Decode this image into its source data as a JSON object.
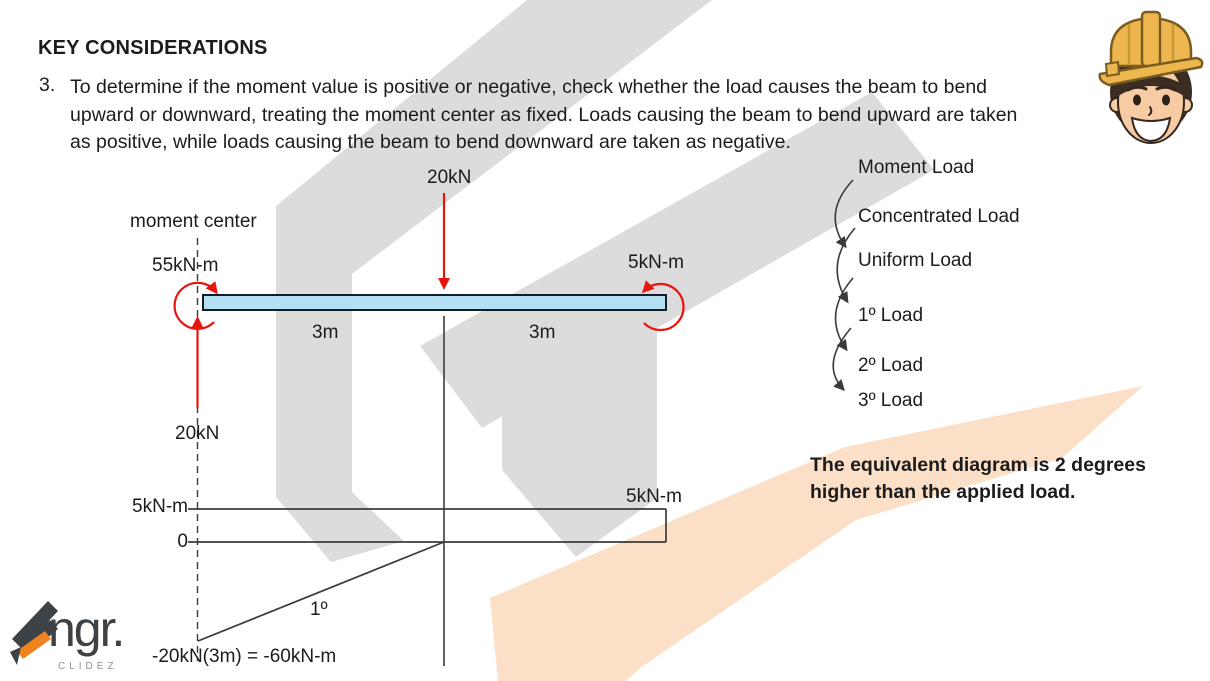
{
  "header": {
    "title": "KEY CONSIDERATIONS",
    "item_number": "3.",
    "item_lines": [
      "To determine if the moment value is positive or negative, check whether the load causes the beam to bend",
      "upward or downward, treating the moment center as fixed. Loads causing the beam to bend upward are taken",
      "as positive, while loads causing the beam to bend downward are taken as negative."
    ]
  },
  "beam_diagram": {
    "moment_center_label": "moment center",
    "left_moment_label": "55kN-m",
    "applied_load_label": "20kN",
    "right_moment_label": "5kN-m",
    "span_left_label": "3m",
    "span_right_label": "3m",
    "reaction_load_label": "20kN"
  },
  "moment_diagram": {
    "left_value_label": "5kN-m",
    "zero_label": "0",
    "right_value_label": "5kN-m",
    "degree_label": "1º",
    "equation_label": "-20kN(3m) = -60kN-m"
  },
  "load_list": {
    "items": [
      "Moment Load",
      "Concentrated Load",
      "Uniform Load",
      "1º Load",
      "2º Load",
      "3º Load"
    ]
  },
  "note_lines": [
    "The equivalent diagram is 2 degrees",
    "higher than the applied load."
  ],
  "logo": {
    "wordmark": "ngr.",
    "subtext": "CLIDEZ"
  },
  "colors": {
    "accent_red": "#e8150f",
    "beam_fill": "#b3e0f2",
    "beam_stroke": "#141c28",
    "line_dark": "#3b3b3b",
    "watermark_gray": "#dcdcdc",
    "watermark_orange": "#fbdfc7",
    "logo_orange": "#f0831e",
    "logo_dark": "#3d4247"
  }
}
